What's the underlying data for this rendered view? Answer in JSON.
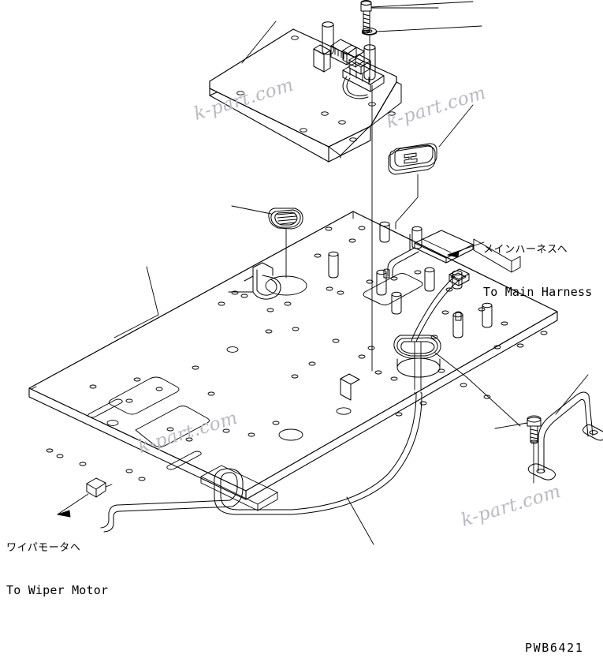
{
  "drawing": {
    "part_number": "PWB6421",
    "line_color": "#000000",
    "background_color": "#ffffff",
    "watermark_text": "k-part.com",
    "watermark_color": "#b9b9c4"
  },
  "callouts": {
    "main_harness": {
      "jp": "メインハーネスヘ",
      "en": "To Main Harness"
    },
    "wiper_motor": {
      "jp": "ワイパモータヘ",
      "en": "To Wiper Motor"
    }
  },
  "watermarks": [
    {
      "text": "k-part.com"
    },
    {
      "text": "k-part.com"
    },
    {
      "text": "k-part.com"
    },
    {
      "text": "k-part.com"
    }
  ]
}
